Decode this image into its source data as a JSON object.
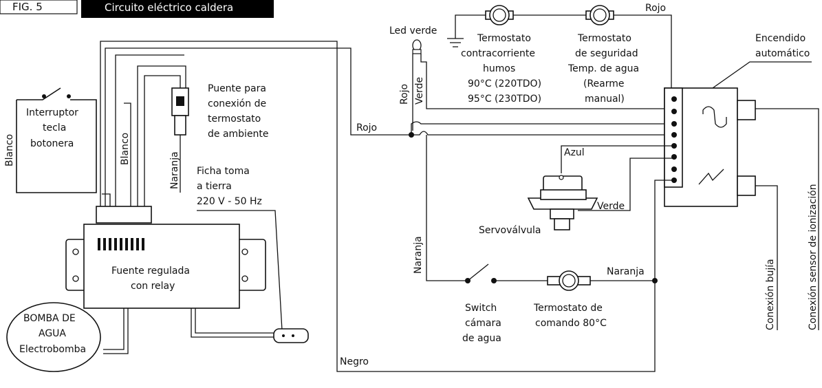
{
  "header": {
    "fig_label": "FIG. 5",
    "title": "Circuito eléctrico caldera"
  },
  "labels": {
    "led_verde": "Led verde",
    "rojo_top": "Rojo",
    "termostato_humos": [
      "Termostato",
      "contracorriente",
      "humos",
      "90°C (220TDO)",
      "95°C (230TDO)"
    ],
    "termostato_seguridad": [
      "Termostato",
      "de seguridad",
      "Temp. de agua",
      "(Rearme",
      "manual)"
    ],
    "encendido": [
      "Encendido",
      "automático"
    ],
    "puente": [
      "Puente para",
      "conexión de",
      "termostato",
      "de ambiente"
    ],
    "interruptor": [
      "Interruptor",
      "tecla",
      "botonera"
    ],
    "blanco_left": "Blanco",
    "blanco_mid": "Blanco",
    "naranja_puente": "Naranja",
    "rojo_vertical": "Rojo",
    "verde_vertical": "Verde",
    "rojo_mid": "Rojo",
    "azul": "Azul",
    "verde_valve": "Verde",
    "servovalvula": "Servoválvula",
    "ficha": [
      "Ficha toma",
      "a tierra",
      "220 V - 50 Hz"
    ],
    "fuente": [
      "Fuente regulada",
      "con relay"
    ],
    "bomba": [
      "BOMBA DE",
      "AGUA",
      "Electrobomba"
    ],
    "naranja_left": "Naranja",
    "naranja_right": "Naranja",
    "switch_camara": [
      "Switch",
      "cámara",
      "de agua"
    ],
    "termostato_comando": [
      "Termostato de",
      "comando 80°C"
    ],
    "negro": "Negro",
    "conexion_bujia": "Conexión bujía",
    "conexion_sensor": "Conexión sensor de ionización"
  }
}
